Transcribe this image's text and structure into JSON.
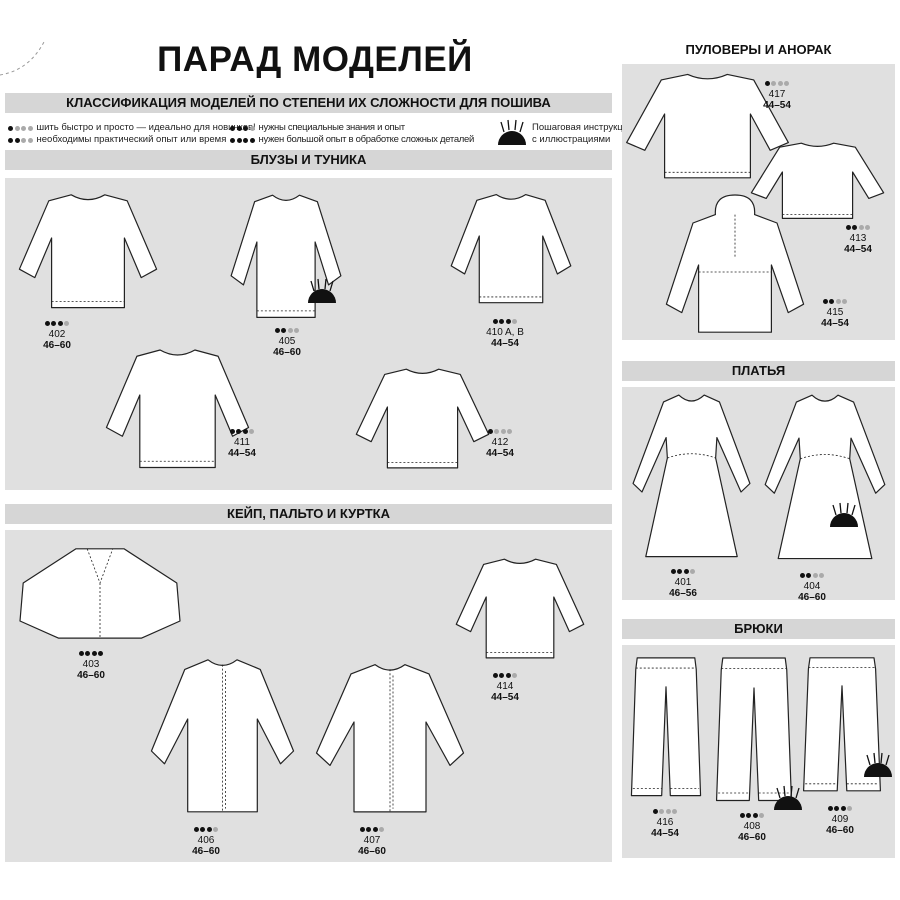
{
  "title": "ПАРАД МОДЕЛЕЙ",
  "classification_header": "КЛАССИФИКАЦИЯ МОДЕЛЕЙ ПО СТЕПЕНИ ИХ СЛОЖНОСТИ ДЛЯ ПОШИВА",
  "legend": {
    "levels": [
      {
        "rating": 1,
        "text": "шить быстро и просто — идеально для новичков!"
      },
      {
        "rating": 2,
        "text": "необходимы практический опыт или время"
      },
      {
        "rating": 3,
        "text": "нужны специальные знания и опыт"
      },
      {
        "rating": 4,
        "text": "нужен большой опыт в обработке сложных деталей"
      }
    ],
    "pincushion_icon": "pincushion-icon",
    "pincushion_text_1": "Пошаговая инструкция",
    "pincushion_text_2": "с иллюстрациями"
  },
  "sections": {
    "blouses": "БЛУЗЫ И ТУНИКА",
    "coats": "КЕЙП, ПАЛЬТО И КУРТКА",
    "pullovers": "ПУЛОВЕРЫ И АНОРАК",
    "dresses": "ПЛАТЬЯ",
    "pants": "БРЮКИ"
  },
  "colors": {
    "panel": "#e0e0e0",
    "bar": "#d6d6d6",
    "dot_on": "#111111",
    "dot_off": "#aaaaaa"
  },
  "models": [
    {
      "number": "402",
      "sizes": "46–60",
      "rating": 3,
      "pincushion": false,
      "type": "top"
    },
    {
      "number": "405",
      "sizes": "46–60",
      "rating": 2,
      "pincushion": true,
      "type": "top"
    },
    {
      "number": "410 A, B",
      "sizes": "44–54",
      "rating": 3,
      "pincushion": false,
      "type": "top"
    },
    {
      "number": "411",
      "sizes": "44–54",
      "rating": 3,
      "pincushion": false,
      "type": "top"
    },
    {
      "number": "412",
      "sizes": "44–54",
      "rating": 1,
      "pincushion": false,
      "type": "top"
    },
    {
      "number": "403",
      "sizes": "46–60",
      "rating": 4,
      "pincushion": false,
      "type": "cape"
    },
    {
      "number": "406",
      "sizes": "46–60",
      "rating": 3,
      "pincushion": false,
      "type": "coat"
    },
    {
      "number": "407",
      "sizes": "46–60",
      "rating": 3,
      "pincushion": false,
      "type": "coat"
    },
    {
      "number": "414",
      "sizes": "44–54",
      "rating": 3,
      "pincushion": false,
      "type": "top"
    },
    {
      "number": "417",
      "sizes": "44–54",
      "rating": 1,
      "pincushion": false,
      "type": "top"
    },
    {
      "number": "413",
      "sizes": "44–54",
      "rating": 2,
      "pincushion": false,
      "type": "top"
    },
    {
      "number": "415",
      "sizes": "44–54",
      "rating": 2,
      "pincushion": false,
      "type": "anorak"
    },
    {
      "number": "401",
      "sizes": "46–56",
      "rating": 3,
      "pincushion": false,
      "type": "dress"
    },
    {
      "number": "404",
      "sizes": "46–60",
      "rating": 2,
      "pincushion": true,
      "type": "dress"
    },
    {
      "number": "416",
      "sizes": "44–54",
      "rating": 1,
      "pincushion": false,
      "type": "pants"
    },
    {
      "number": "408",
      "sizes": "46–60",
      "rating": 3,
      "pincushion": true,
      "type": "pants"
    },
    {
      "number": "409",
      "sizes": "46–60",
      "rating": 3,
      "pincushion": true,
      "type": "pants"
    }
  ]
}
